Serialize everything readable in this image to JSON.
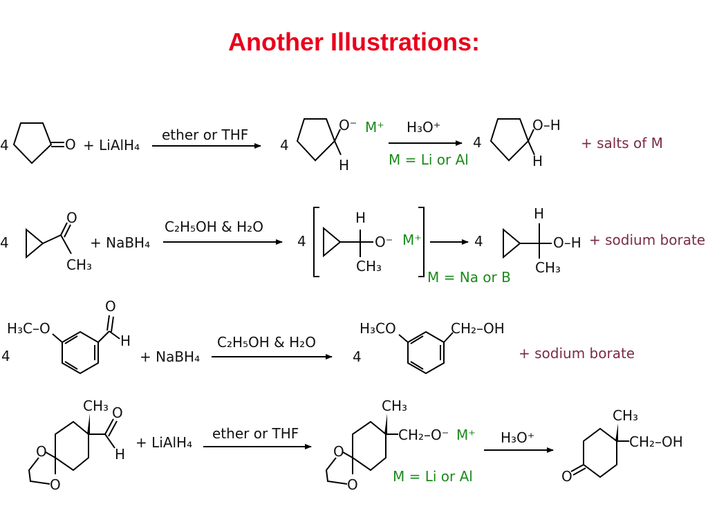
{
  "title": "Another Illustrations:",
  "colors": {
    "title": "#e8001c",
    "condition_green": "#1a8a1a",
    "byproduct_maroon": "#7a2a4a"
  },
  "reactions": [
    {
      "reactant_coeff": "4",
      "reactant_atom_1": "O",
      "reagent": "+ LiAlH₄",
      "condition": "ether or THF",
      "intermediate_coeff": "4",
      "intermediate_atom_1": "O⁻",
      "intermediate_atom_2": "H",
      "counter_ion": "M⁺",
      "workup": "H₃O⁺",
      "metal_note": "M = Li or Al",
      "product_coeff": "4",
      "product_atom_1": "O–H",
      "product_atom_2": "H",
      "byproduct": "+  salts of M"
    },
    {
      "reactant_coeff": "4",
      "reactant_atom_1": "O",
      "reactant_atom_2": "CH₃",
      "reagent": "+  NaBH₄",
      "condition": "C₂H₅OH & H₂O",
      "intermediate_coeff": "4",
      "intermediate_atom_1": "H",
      "intermediate_atom_2": "O⁻",
      "intermediate_atom_3": "CH₃",
      "counter_ion": "M⁺",
      "metal_note": "M = Na or B",
      "product_coeff": "4",
      "product_atom_1": "H",
      "product_atom_2": "O–H",
      "product_atom_3": "CH₃",
      "byproduct": "+  sodium borate"
    },
    {
      "reactant_coeff": "4",
      "reactant_atom_1": "H₃C–O",
      "reactant_atom_2": "O",
      "reactant_atom_3": "H",
      "reagent": "+  NaBH₄",
      "condition": "C₂H₅OH & H₂O",
      "product_coeff": "4",
      "product_atom_1": "H₃CO",
      "product_atom_2": "CH₂–OH",
      "byproduct": "+  sodium borate"
    },
    {
      "reactant_atom_1": "CH₃",
      "reactant_atom_2": "O",
      "reactant_atom_3": "H",
      "reactant_atom_4": "O",
      "reactant_atom_5": "O",
      "reagent": "+  LiAlH₄",
      "condition": "ether or THF",
      "intermediate_atom_1": "CH₃",
      "intermediate_atom_2": "CH₂–O⁻",
      "intermediate_atom_3": "O",
      "intermediate_atom_4": "O",
      "counter_ion": "M⁺",
      "metal_note": "M = Li or Al",
      "workup": "H₃O⁺",
      "product_atom_1": "CH₃",
      "product_atom_2": "CH₂–OH",
      "product_atom_3": "O"
    }
  ]
}
